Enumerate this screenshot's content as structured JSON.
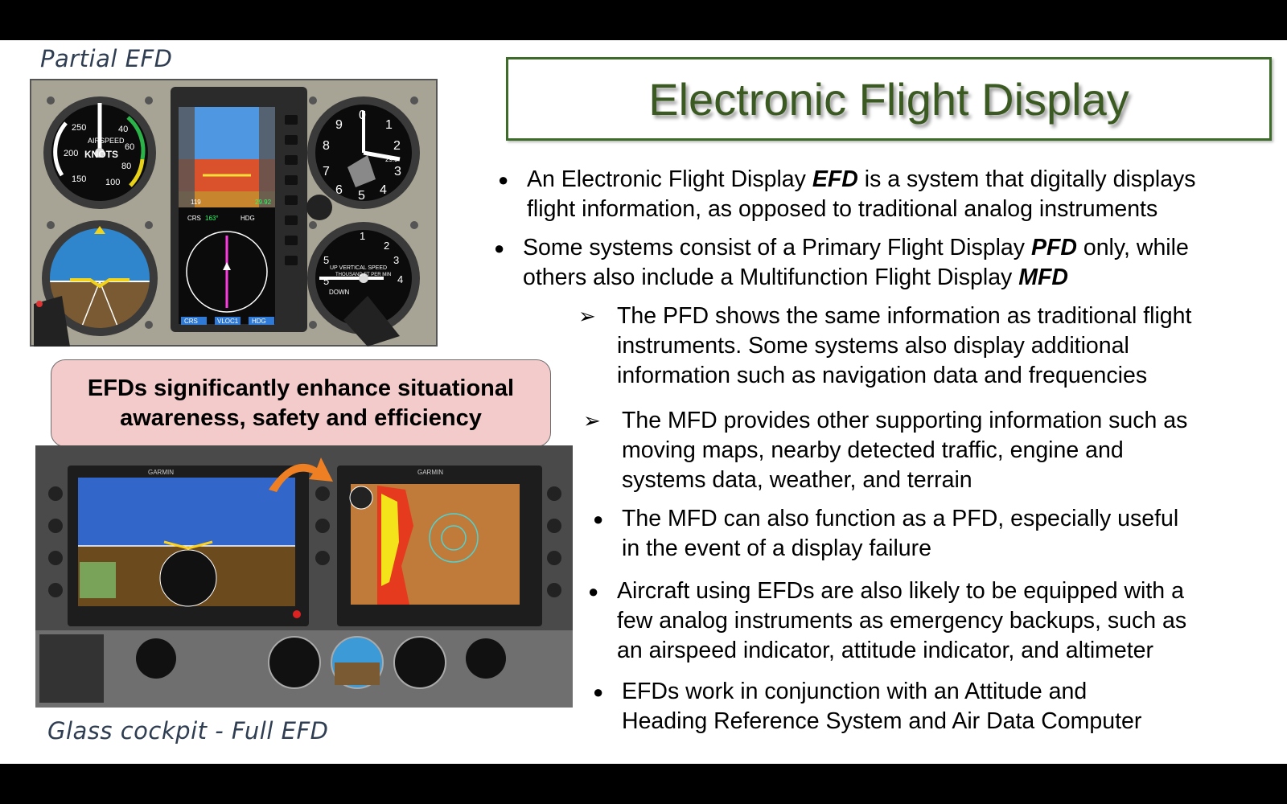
{
  "captions": {
    "partial": "Partial EFD",
    "glass": "Glass cockpit - Full EFD"
  },
  "title": "Electronic Flight Display",
  "callout": {
    "line1": "EFDs significantly enhance situational",
    "line2": "awareness, safety and efficiency"
  },
  "bullets": [
    {
      "marker": "●",
      "line1_pre": "An Electronic Flight Display ",
      "line1_em": "EFD",
      "line1_post": " is a system that digitally displays",
      "line2": "flight information, as opposed to traditional analog instruments"
    },
    {
      "marker": "●",
      "line1_pre": "Some systems consist of a Primary Flight Display ",
      "line1_em": "PFD",
      "line1_post": " only, while",
      "line2_pre": "others also include a Multifunction Flight Display ",
      "line2_em": "MFD"
    },
    {
      "marker": "➢",
      "line1": "The PFD shows the same information as traditional flight",
      "line2": "instruments. Some systems also display additional",
      "line3": "information such as navigation data and frequencies"
    },
    {
      "marker": "➢",
      "line1": "The MFD provides other supporting information such as",
      "line2": "moving maps, nearby detected traffic, engine and",
      "line3": "systems data, weather, and terrain"
    },
    {
      "marker": "●",
      "line1": "The MFD can also function as a PFD, especially useful",
      "line2": "in the event of a display failure"
    },
    {
      "marker": "●",
      "line1": "Aircraft using EFDs are also likely to be equipped with a",
      "line2": "few analog instruments as emergency backups, such as",
      "line3": "an airspeed indicator, attitude indicator, and altimeter"
    },
    {
      "marker": "●",
      "line1": "EFDs work in conjunction with an Attitude and",
      "line2": "Heading Reference System and Air Data Computer"
    }
  ],
  "panel_partial": {
    "airspeed": {
      "label1": "AIRSPEED",
      "label2": "KNOTS",
      "ticks": [
        "40",
        "60",
        "80",
        "100",
        "150",
        "200",
        "250"
      ]
    },
    "altimeter": {
      "ticks": [
        "0",
        "1",
        "2",
        "3",
        "4",
        "5",
        "6",
        "7",
        "8",
        "9"
      ],
      "setting": "29.9"
    },
    "vsi": {
      "label1": "UP  VERTICAL SPEED",
      "label2": "THOUSAND FT PER MIN",
      "down": "DOWN",
      "ticks": [
        "5",
        "1",
        "2",
        "3",
        "4",
        "5"
      ]
    },
    "efd": {
      "crs": "CRS",
      "crs_val": "163°",
      "hdg": "HDG",
      "baro": "29.92",
      "speed": "119",
      "bug_l": "CRS",
      "bug_m": "VLOC1",
      "bug_r": "HDG"
    }
  },
  "panel_glass": {
    "brand": "GARMIN",
    "brand2": "GARMIN"
  },
  "colors": {
    "title": "#3a5a22",
    "border": "#3c6b2a",
    "callout_bg": "#f4cbcb",
    "caption": "#2f3e52"
  }
}
